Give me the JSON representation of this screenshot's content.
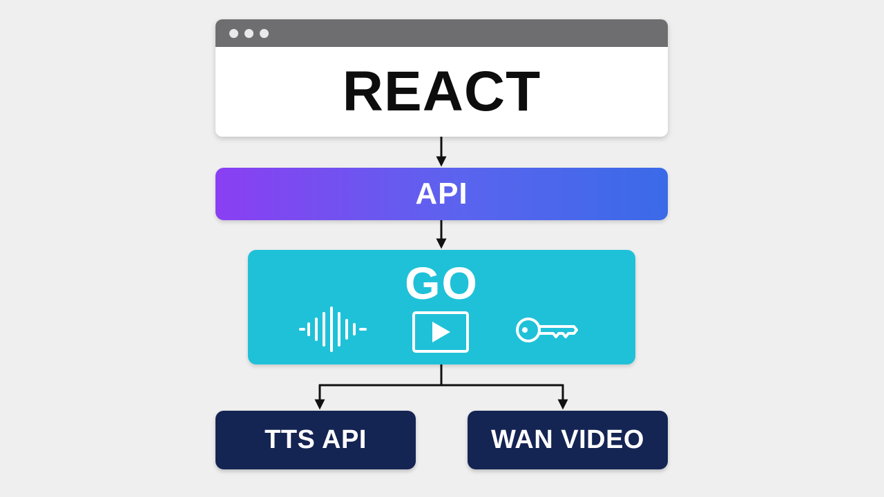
{
  "nodes": {
    "react": {
      "label": "REACT"
    },
    "api": {
      "label": "API"
    },
    "go": {
      "label": "GO",
      "icons": [
        "waveform-icon",
        "play-video-icon",
        "key-icon"
      ]
    },
    "tts": {
      "label": "TTS API"
    },
    "wan": {
      "label": "WAN VIDEO"
    }
  },
  "colors": {
    "background": "#efefef",
    "browser_bar": "#6e6e70",
    "api_gradient_start": "#8a3ff2",
    "api_gradient_end": "#3a6ae8",
    "go_box": "#1fc1d8",
    "leaf_box": "#142453",
    "connector": "#111111"
  },
  "edges": [
    {
      "from": "react",
      "to": "api"
    },
    {
      "from": "api",
      "to": "go"
    },
    {
      "from": "go",
      "to": "tts"
    },
    {
      "from": "go",
      "to": "wan"
    }
  ]
}
